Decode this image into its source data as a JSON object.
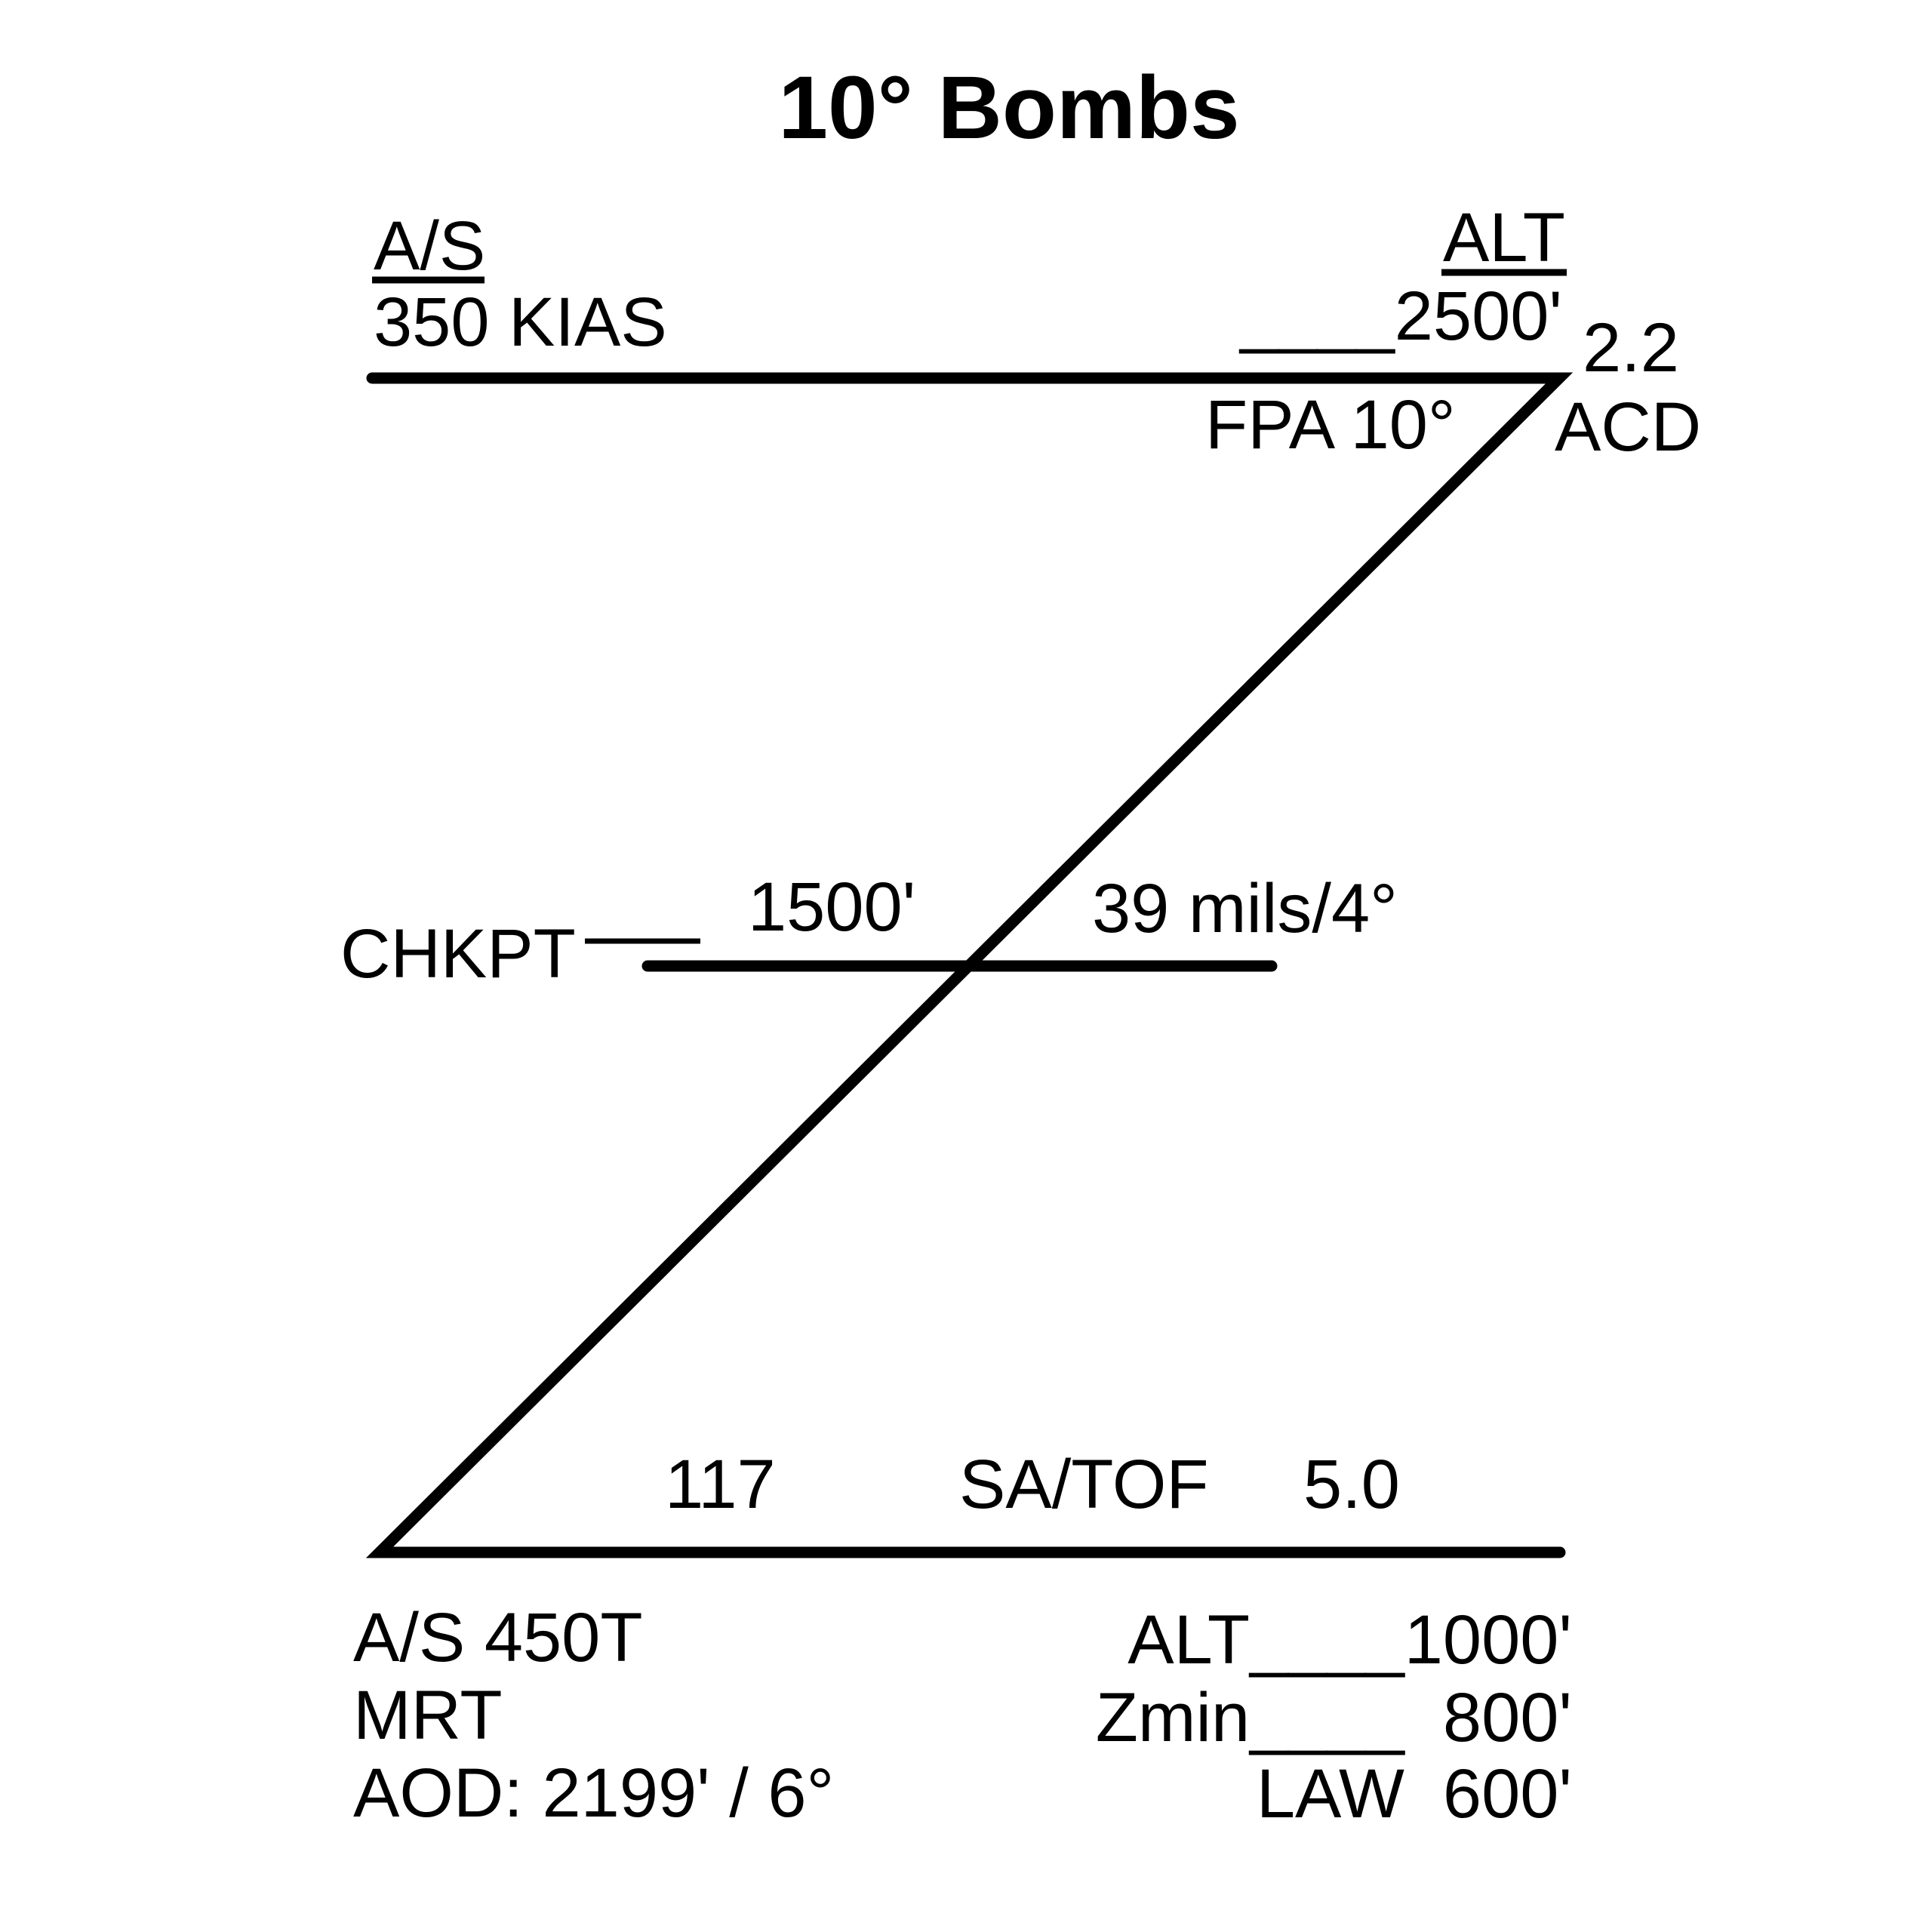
{
  "title": "10° Bombs",
  "colors": {
    "ink": "#000000",
    "background": "#ffffff"
  },
  "roll_in": {
    "airspeed_label": "A/S",
    "airspeed_value": "350 KIAS",
    "altitude_label": "ALT",
    "altitude_value": "____2500'",
    "dme_distance": "2.2",
    "point_name": "ACD",
    "flight_path_angle": "FPA 10°"
  },
  "checkpoint": {
    "label": "CHKPT",
    "blank": "___",
    "altitude": "1500'",
    "sight_depression": "39 mils/4°"
  },
  "release": {
    "heading": "117",
    "event_label": "SA/TOF",
    "time": "5.0"
  },
  "recovery_left": {
    "airspeed": "A/S 450T",
    "throttle": "MRT",
    "aod": "AOD: 2199' / 6°"
  },
  "recovery_right": {
    "altitude": "ALT____1000'",
    "zmin": "Zmin____  800'",
    "law": "LAW  600'"
  }
}
